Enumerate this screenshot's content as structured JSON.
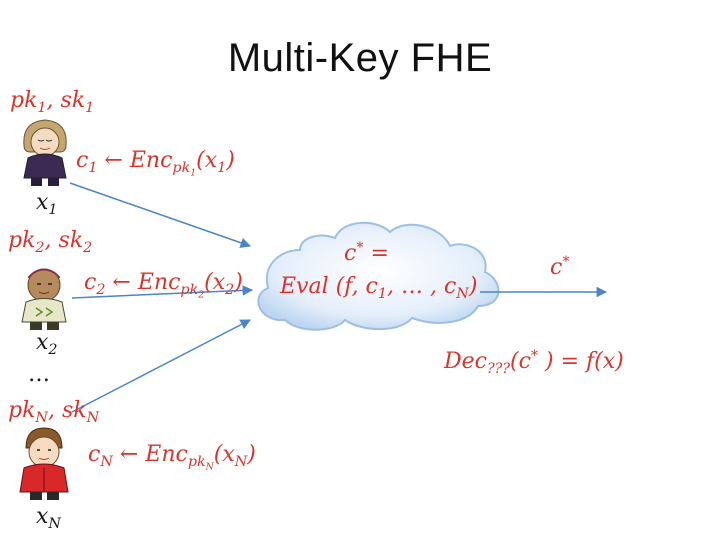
{
  "title": "Multi-Key FHE",
  "party1": {
    "keys": [
      "pk",
      "1",
      ", ",
      "sk",
      "1"
    ],
    "enc": [
      "c",
      "1",
      " ← ",
      "Enc",
      "pk",
      "1",
      "(x",
      "1",
      ")"
    ],
    "input": [
      "x",
      "1"
    ]
  },
  "party2": {
    "keys": [
      "pk",
      "2",
      ", ",
      "sk",
      "2"
    ],
    "enc": [
      "c",
      "2",
      " ← ",
      "Enc",
      "pk",
      "2",
      "(x",
      "2",
      ")"
    ],
    "input": [
      "x",
      "2"
    ]
  },
  "ellipsis": "…",
  "partyN": {
    "keys": [
      "pk",
      "N",
      ", ",
      "sk",
      "N"
    ],
    "enc": [
      "c",
      "N",
      " ← ",
      "Enc",
      "pk",
      "N",
      "(x",
      "N",
      ")"
    ],
    "input": [
      "x",
      "N"
    ]
  },
  "cloud": {
    "line1": [
      "c",
      "*",
      " ="
    ],
    "line2": [
      "Eval (f, c",
      "1",
      ", … , c",
      "N",
      ")"
    ]
  },
  "output": [
    "c",
    "*"
  ],
  "dec": [
    "Dec",
    "???",
    "(c",
    "*",
    " ) = f(x)"
  ],
  "colors": {
    "red": "#d9342b",
    "arrow": "#4a86c5",
    "cloud": "#cfe2f6"
  }
}
